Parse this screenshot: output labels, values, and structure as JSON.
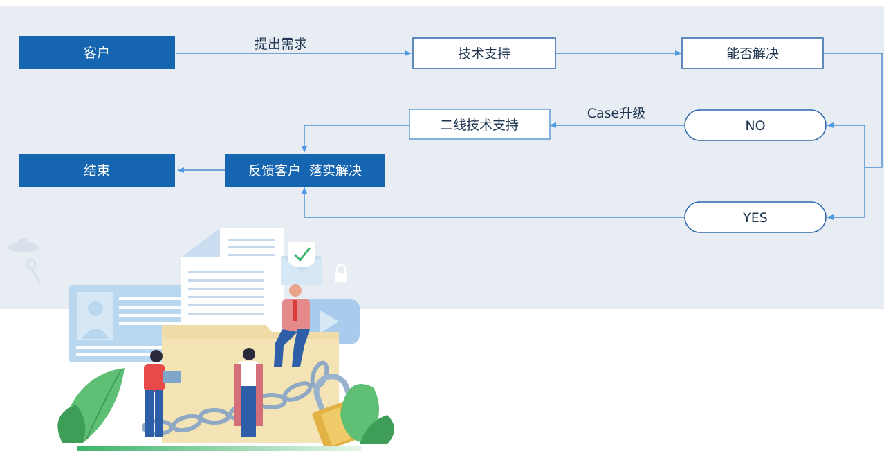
{
  "diagram": {
    "nodes": {
      "customer": "客户",
      "tech_support": "技术支持",
      "resolvable": "能否解决",
      "second_line": "二线技术支持",
      "no": "NO",
      "yes": "YES",
      "feedback": "反馈客户  落实解决",
      "end": "结束"
    },
    "edges": {
      "request": "提出需求",
      "escalate": "Case升级"
    }
  },
  "colors": {
    "panel_bg": "#e8edf4",
    "filled_node": "#1565b0",
    "node_border": "#2c68a8",
    "connector": "#4a8cd0",
    "arrow": "#4f9be3",
    "node_text_dark": "#1f3550",
    "node_text_light": "#ffffff"
  },
  "illustration": {
    "description_icon": "team-security-illustration",
    "icons": [
      "document-icon",
      "email-check-icon",
      "lock-icon",
      "chain-icon",
      "id-card-icon",
      "key-icon",
      "cloud-icon",
      "play-icon"
    ]
  }
}
